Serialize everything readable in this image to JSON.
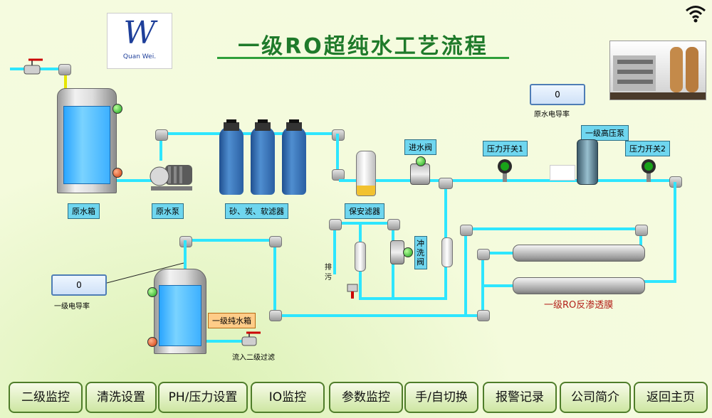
{
  "title": "一级RO超纯水工艺流程",
  "logo": {
    "brand": "Quan Wei."
  },
  "meters": {
    "raw_conductivity": {
      "value": "0",
      "label": "原水电导率"
    },
    "primary_conductivity": {
      "value": "0",
      "label": "一级电导率"
    }
  },
  "labels": {
    "raw_tank": "原水箱",
    "raw_pump": "原水泵",
    "filters": "砂、炭、软滤器",
    "safety_filter": "保安滤器",
    "inlet_valve": "进水阀",
    "pressure_switch_1": "压力开关1",
    "high_pressure_pump": "一级高压泵",
    "pressure_switch_2": "压力开关2",
    "flush_valve": "冲洗阀",
    "drain": "排污",
    "pure_tank": "一级纯水箱",
    "to_secondary": "流入二级过滤",
    "ro_membrane": "一级RO反渗透膜"
  },
  "colors": {
    "pipe": "#2ee6ff",
    "title": "#1f7a2a",
    "lamp_on": "#19a319",
    "lamp_alarm": "#d13a07"
  },
  "icons": [
    "wifi-icon",
    "valve-icon",
    "pump-icon",
    "pressure-gauge-icon",
    "status-lamp-icon"
  ],
  "buttons": [
    {
      "id": "secondary",
      "label": "二级监控"
    },
    {
      "id": "wash",
      "label": "清洗设置"
    },
    {
      "id": "ph",
      "label": "PH/压力设置"
    },
    {
      "id": "io",
      "label": "IO监控"
    },
    {
      "id": "params",
      "label": "参数监控"
    },
    {
      "id": "mode",
      "label": "手/自切换"
    },
    {
      "id": "alarm",
      "label": "报警记录"
    },
    {
      "id": "company",
      "label": "公司简介"
    },
    {
      "id": "home",
      "label": "返回主页"
    }
  ]
}
